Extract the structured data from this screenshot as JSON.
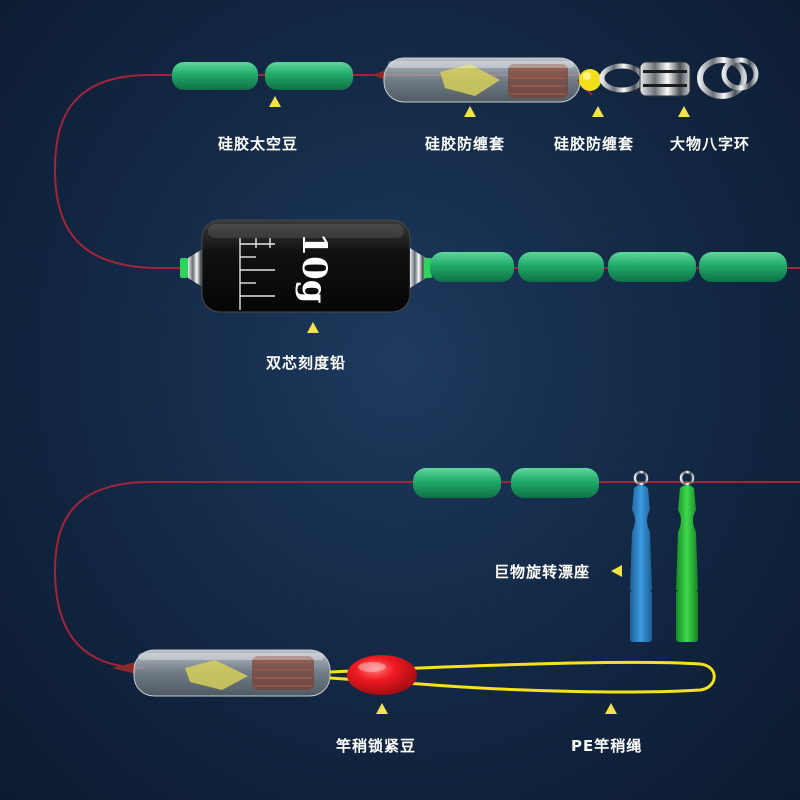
{
  "labels": {
    "silicone_bean": "硅胶太空豆",
    "anti_tangle_1": "硅胶防缠套",
    "anti_tangle_2": "硅胶防缠套",
    "swivel": "大物八字环",
    "sinker": "双芯刻度铅",
    "sinker_weight": "10g",
    "float_seat": "巨物旋转漂座",
    "lock_bean": "竿稍锁紧豆",
    "pe_line": "PE竿稍绳"
  },
  "colors": {
    "line": "#a3243a",
    "bean": "#1faa6a",
    "pe_loop": "#f5e11c",
    "lock_bean": "#e8141e",
    "arrow": "#f3e24a",
    "float_seat_blue": "#2e86c8",
    "float_seat_green": "#2fbf3c"
  }
}
